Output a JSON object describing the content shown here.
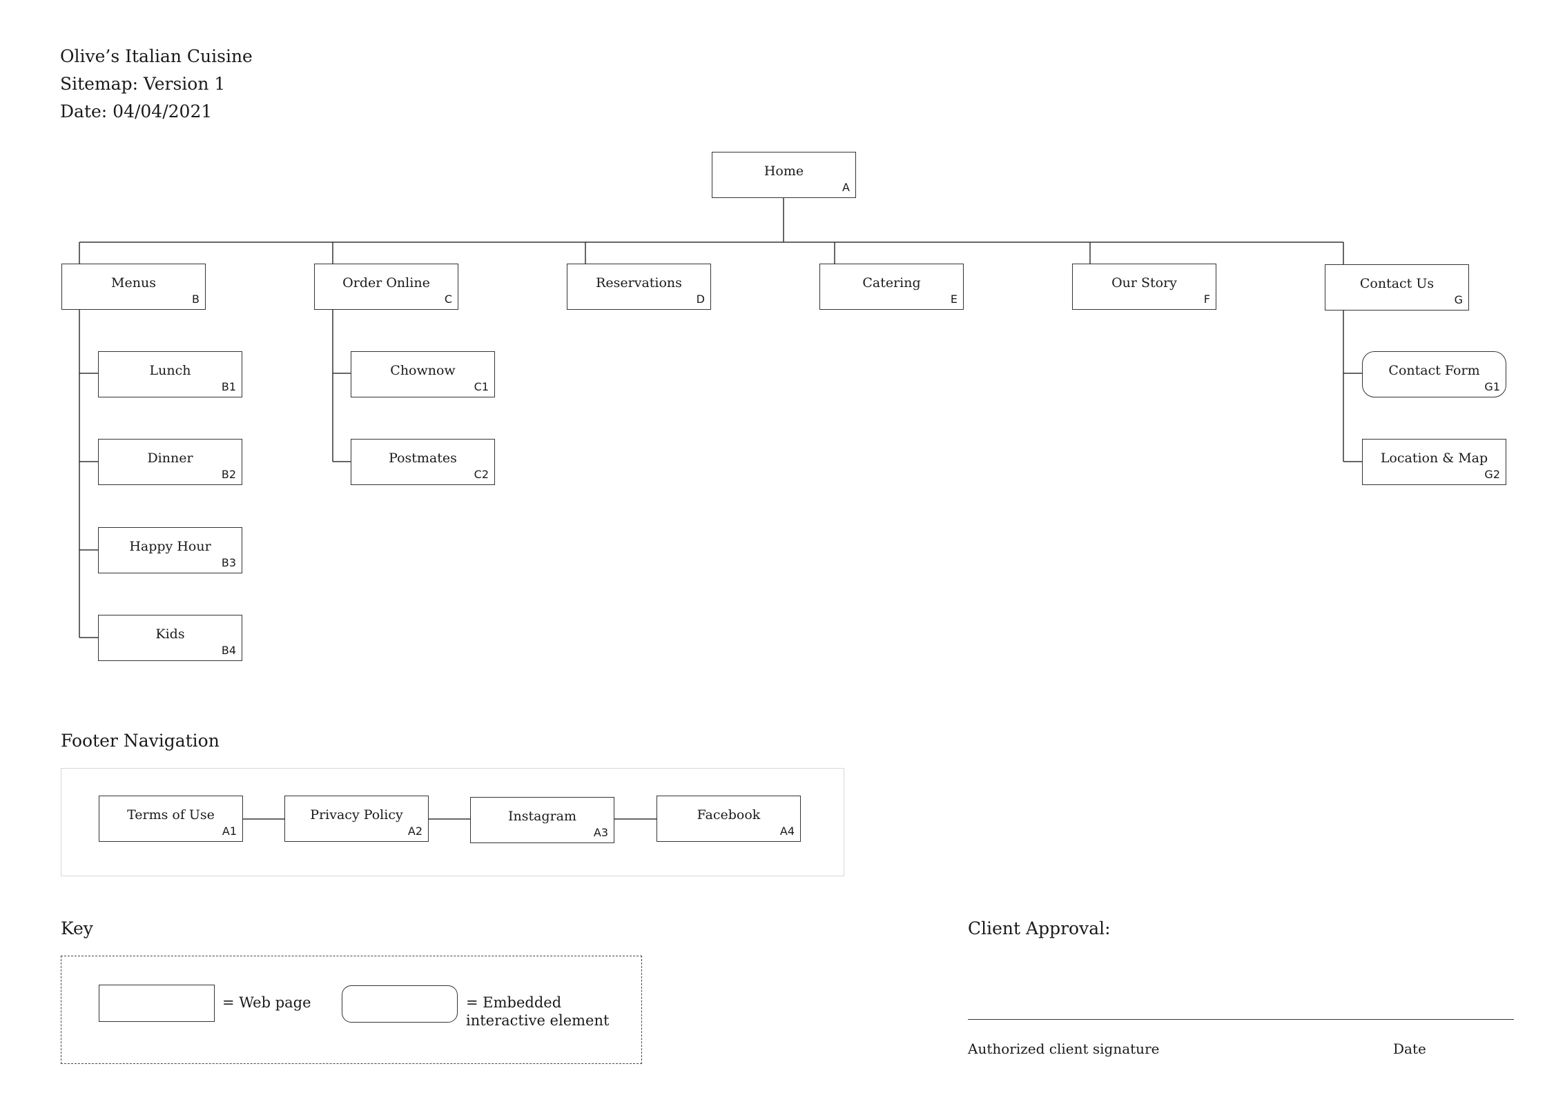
{
  "header": {
    "title": "Olive’s Italian Cuisine",
    "version": "Sitemap: Version 1",
    "date": "Date: 04/04/2021"
  },
  "tree": {
    "home": {
      "label": "Home",
      "code": "A"
    },
    "sections": [
      {
        "label": "Menus",
        "code": "B",
        "children": [
          {
            "label": "Lunch",
            "code": "B1"
          },
          {
            "label": "Dinner",
            "code": "B2"
          },
          {
            "label": "Happy Hour",
            "code": "B3"
          },
          {
            "label": "Kids",
            "code": "B4"
          }
        ]
      },
      {
        "label": "Order Online",
        "code": "C",
        "children": [
          {
            "label": "Chownow",
            "code": "C1"
          },
          {
            "label": "Postmates",
            "code": "C2"
          }
        ]
      },
      {
        "label": "Reservations",
        "code": "D",
        "children": []
      },
      {
        "label": "Catering",
        "code": "E",
        "children": []
      },
      {
        "label": "Our Story",
        "code": "F",
        "children": []
      },
      {
        "label": "Contact Us",
        "code": "G",
        "children": [
          {
            "label": "Contact Form",
            "code": "G1",
            "interactive": true
          },
          {
            "label": "Location & Map",
            "code": "G2"
          }
        ]
      }
    ]
  },
  "footer_nav": {
    "title": "Footer Navigation",
    "items": [
      {
        "label": "Terms of Use",
        "code": "A1"
      },
      {
        "label": "Privacy Policy",
        "code": "A2"
      },
      {
        "label": "Instagram",
        "code": "A3"
      },
      {
        "label": "Facebook",
        "code": "A4"
      }
    ]
  },
  "key": {
    "title": "Key",
    "web_page": "= Web page",
    "embedded_line1": "= Embedded",
    "embedded_line2": "interactive element"
  },
  "approval": {
    "title": "Client Approval:",
    "signature_label": "Authorized client signature",
    "date_label": "Date"
  },
  "colors": {
    "line": "#333333",
    "footer_border": "#d6d6d6"
  }
}
